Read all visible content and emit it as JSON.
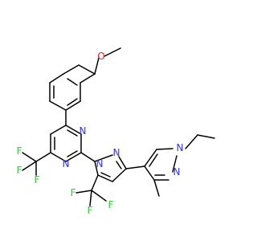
{
  "structure": {
    "atoms": {
      "methoxy_o": "O",
      "pyrimidine_n1": "N",
      "pyrimidine_n3": "N",
      "pyrazole_n1": "N",
      "pyrazole_n2": "N",
      "methylpyrazole_n1": "N",
      "methylpyrazole_n2": "N",
      "cf3_pyrimidine_f1": "F",
      "cf3_pyrimidine_f2": "F",
      "cf3_pyrimidine_f3": "F",
      "cf3_pyrazole_f1": "F",
      "cf3_pyrazole_f2": "F",
      "cf3_pyrazole_f3": "F"
    },
    "colors": {
      "bond": "#000000",
      "nitrogen": "#3333ff",
      "oxygen": "#ff2020",
      "fluorine": "#33cc33"
    }
  }
}
